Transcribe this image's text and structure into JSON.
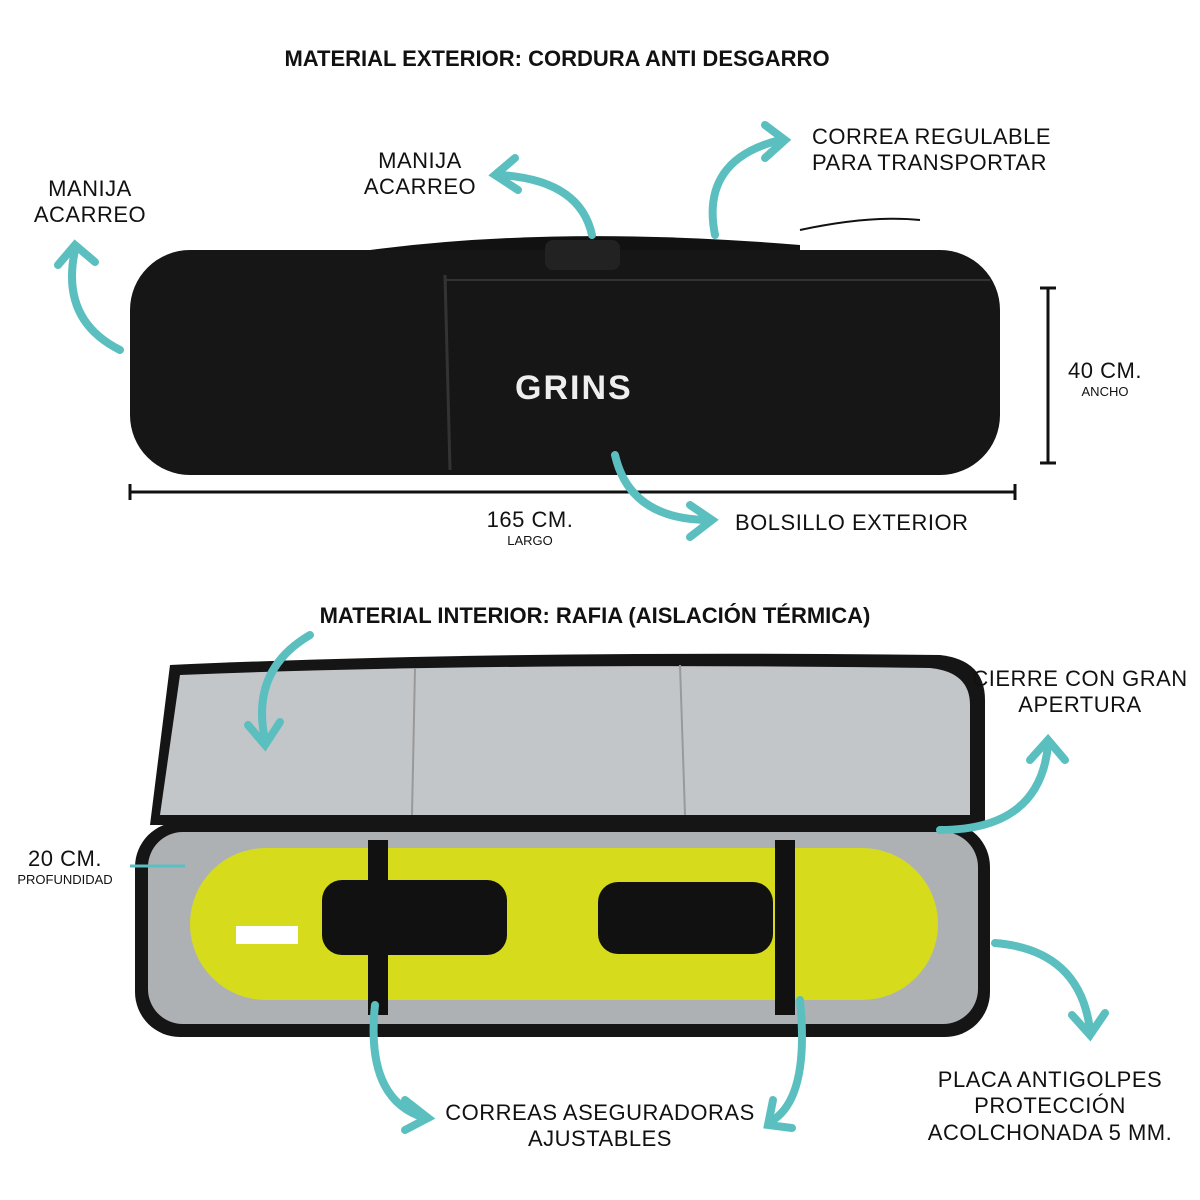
{
  "top": {
    "title": "MATERIAL EXTERIOR: CORDURA ANTI DESGARRO",
    "labels": {
      "handle_left": "MANIJA\nACARREO",
      "handle_center": "MANIJA\nACARREO",
      "strap": "CORREA REGULABLE\nPARA TRANSPORTAR",
      "pocket": "BOLSILLO EXTERIOR"
    },
    "width": {
      "value": "40 CM.",
      "caption": "ANCHO"
    },
    "length": {
      "value": "165 CM.",
      "caption": "LARGO"
    },
    "brand": "GRINS"
  },
  "bottom": {
    "title": "MATERIAL INTERIOR: RAFIA (AISLACIÓN TÉRMICA)",
    "labels": {
      "zipper": "CIERRE CON GRAN\nAPERTURA",
      "straps": "CORREAS ASEGURADORAS\nAJUSTABLES",
      "padding": "PLACA ANTIGOLPES\nPROTECCIÓN\nACOLCHONADA 5 MM."
    },
    "depth": {
      "value": "20 CM.",
      "caption": "PROFUNDIDAD"
    }
  },
  "colors": {
    "accent": "#5bbfc0",
    "bag": "#161616",
    "lining": "#b9bcbf",
    "board": "#d6dc1c"
  }
}
